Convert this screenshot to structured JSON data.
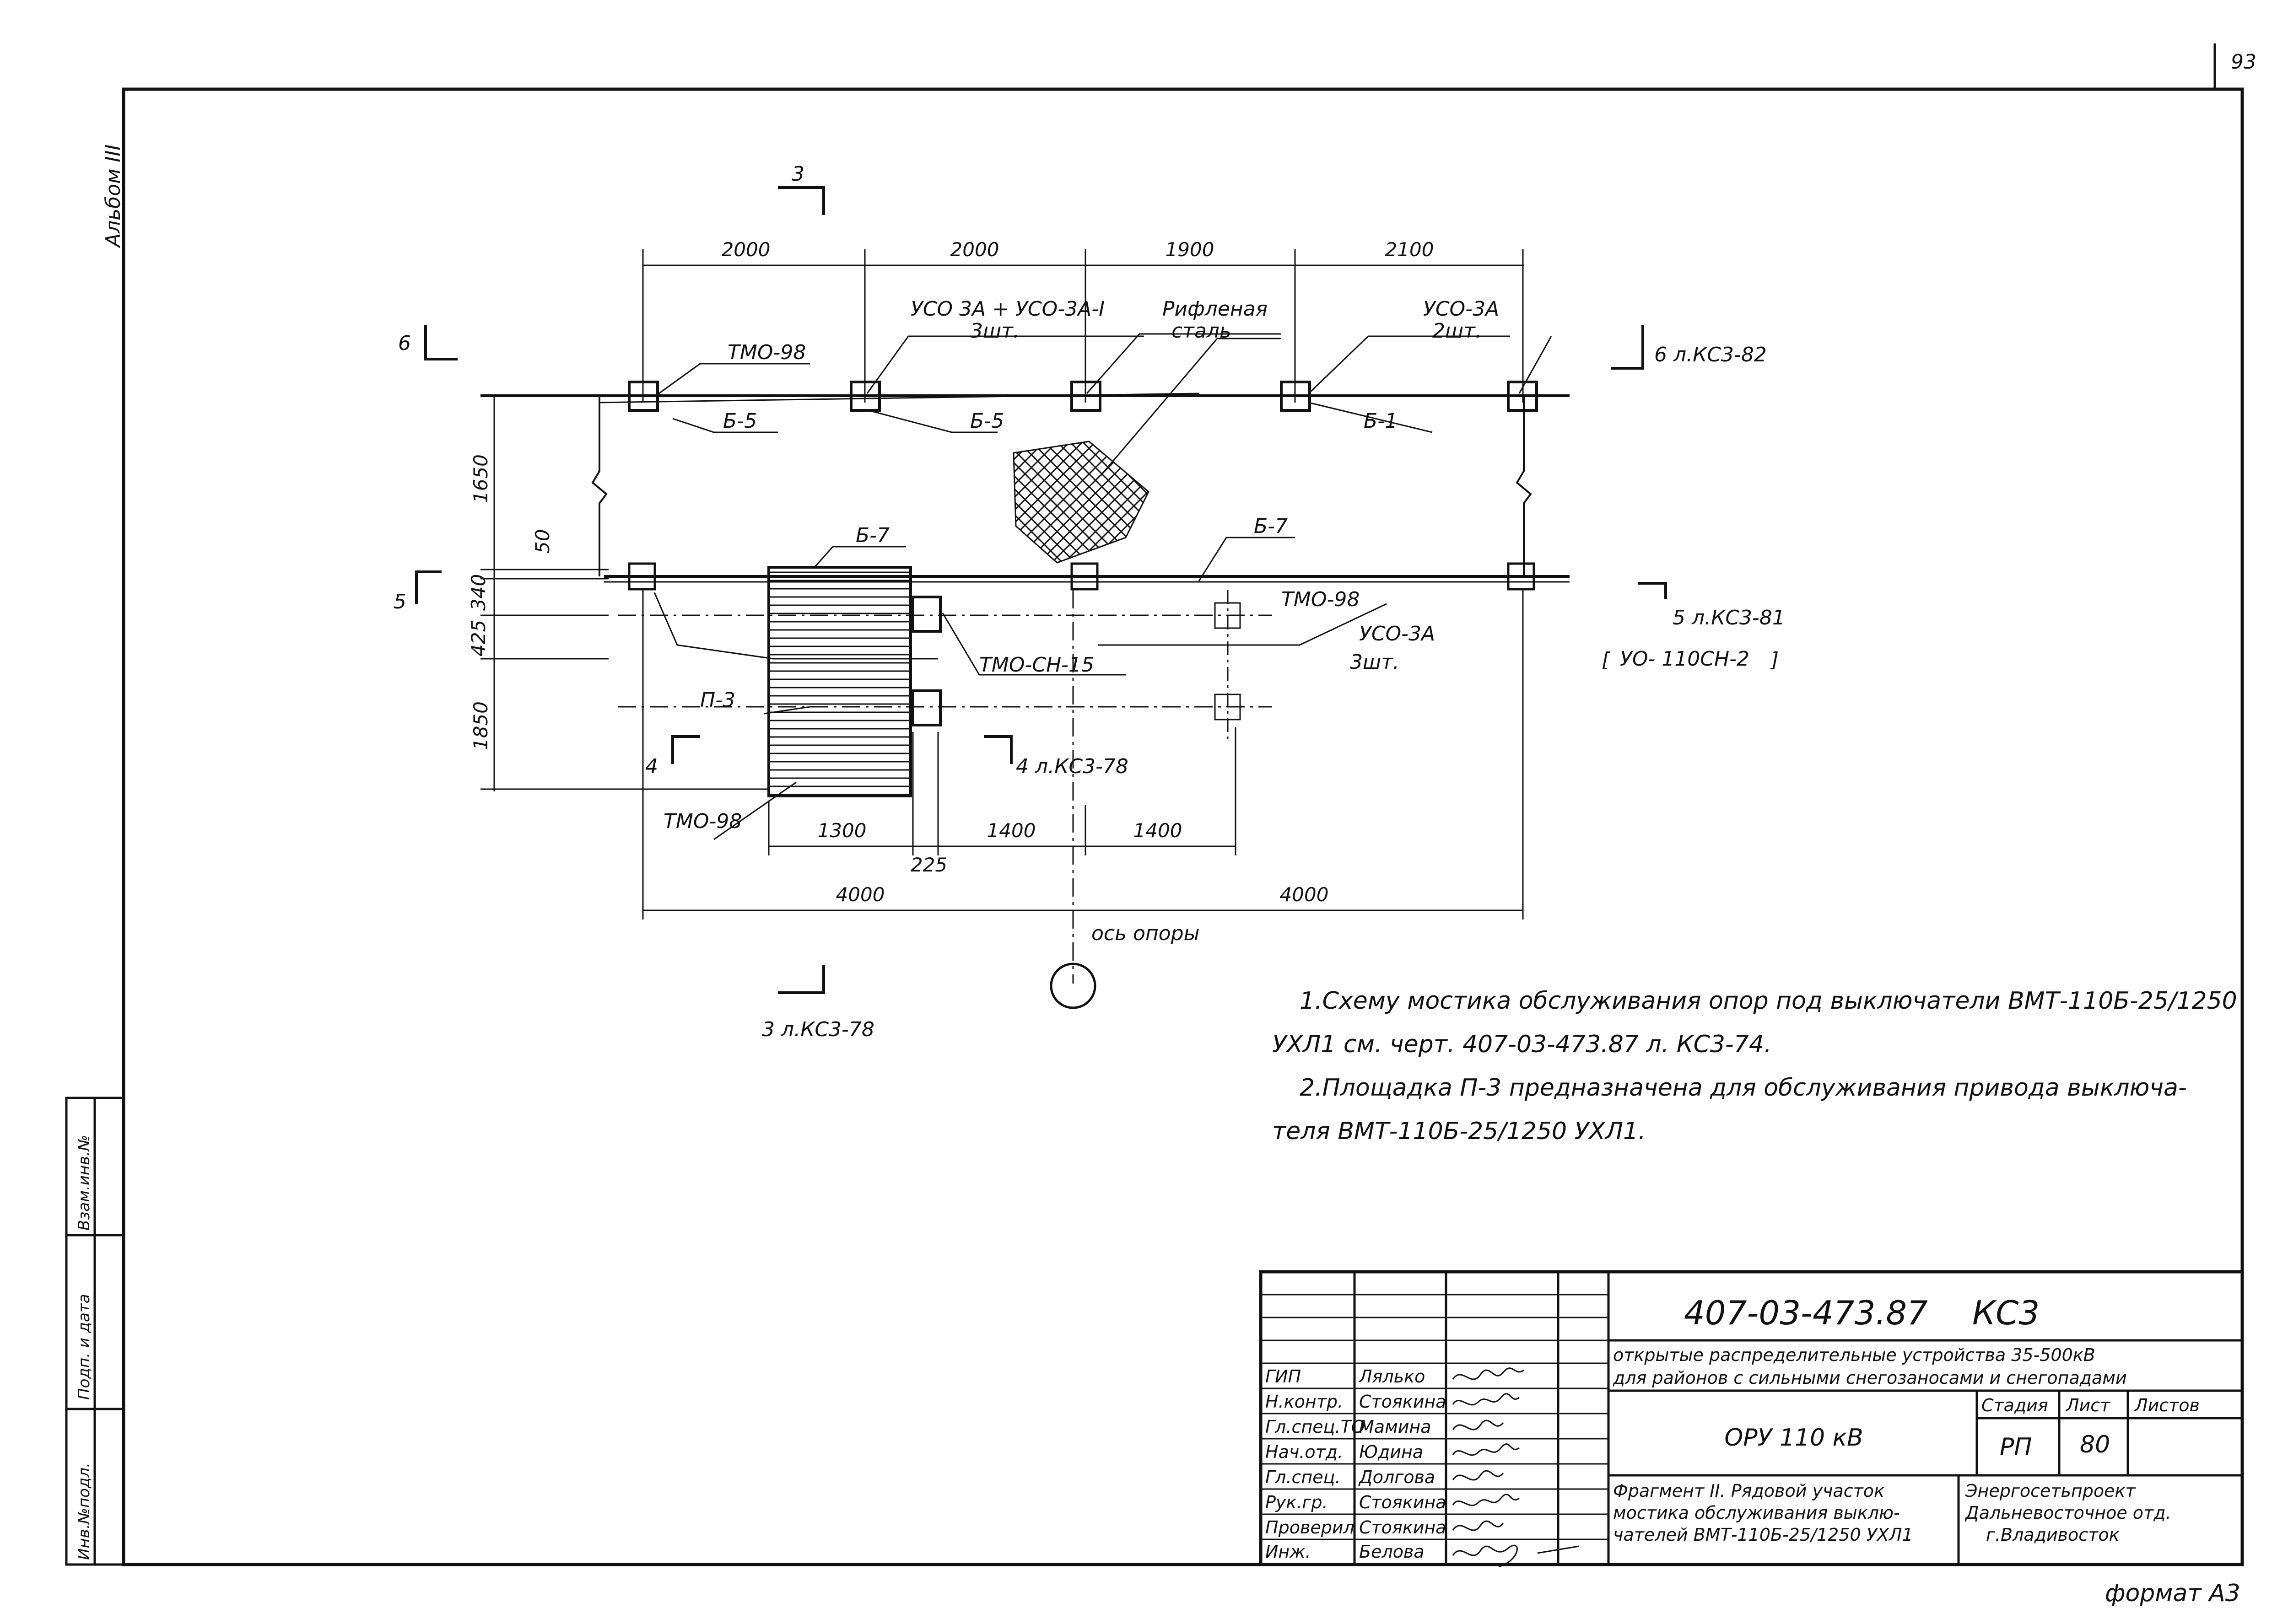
{
  "sheet": {
    "page_number": "93",
    "album": "Альбом III",
    "format": "формат А3"
  },
  "drawing": {
    "dims_top": [
      "2000",
      "2000",
      "1900",
      "2100"
    ],
    "dims_bottom_inner": [
      "1300",
      "1400",
      "1400"
    ],
    "dim_225": "225",
    "dims_bottom_outer": [
      "4000",
      "4000"
    ],
    "dims_left": [
      "1650",
      "50",
      "340",
      "425",
      "1850"
    ],
    "labels": {
      "tmo98_top": "ТМО-98",
      "uso_combo": "УСО 3А + УСО-3А-I",
      "sht3_a": "3шт.",
      "rif_1": "Рифленая",
      "rif_2": "сталь",
      "uso3a_top": "УСО-3А",
      "sht2": "2шт.",
      "b5_a": "Б-5",
      "b5_b": "Б-5",
      "b1": "Б-1",
      "b7_a": "Б-7",
      "b7_b": "Б-7",
      "tmo98_mid": "ТМО-98",
      "uso3a_mid": "УСО-3А",
      "sht3_b": "3шт.",
      "uo110": "УО- 110СН-2",
      "tmo_sn": "ТМО-СН-15",
      "p3": "П-3",
      "tmo98_bot": "ТМО-98",
      "axis": "ось опоры"
    },
    "sections": {
      "s3_top": "3",
      "s3_bottom": "3 л.КС3-78",
      "s6_left": "6",
      "s6_right": "6 л.КС3-82",
      "s5_left": "5",
      "s5_right": "5 л.КС3-81",
      "s4_left": "4",
      "s4_right": "4 л.КС3-78"
    }
  },
  "notes": [
    "1.Схему мостика обслуживания опор под выключатели ВМТ-110Б-25/1250",
    "УХЛ1 см. черт. 407-03-473.87 л. КС3-74.",
    "2.Площадка П-3 предназначена для обслуживания привода выключа-",
    "теля ВМТ-110Б-25/1250 УХЛ1."
  ],
  "side_stamp": [
    "Инв.№подл.",
    "Подп. и дата",
    "Взам.инв.№"
  ],
  "title_block": {
    "doc_code": "407-03-473.87",
    "doc_mark": "КС3",
    "project_1": "открытые распределительные устройства 35-500кВ",
    "project_2": "для районов с сильными снегозаносами и снегопадами",
    "object": "ОРУ 110 кВ",
    "stage_header": "Стадия",
    "sheet_header": "Лист",
    "sheets_header": "Листов",
    "stage": "РП",
    "sheet_no": "80",
    "desc_1": "Фрагмент II. Рядовой участок",
    "desc_2": "мостика обслуживания выклю-",
    "desc_3": "чателей ВМТ-110Б-25/1250 УХЛ1",
    "org_1": "Энергосетьпроект",
    "org_2": "Дальневосточное отд.",
    "org_3": "г.Владивосток",
    "people": [
      {
        "role": "ГИП",
        "name": "Лялько"
      },
      {
        "role": "Н.контр.",
        "name": "Стоякина"
      },
      {
        "role": "Гл.спец.ТО",
        "name": "Мамина"
      },
      {
        "role": "Нач.отд.",
        "name": "Юдина"
      },
      {
        "role": "Гл.спец.",
        "name": "Долгова"
      },
      {
        "role": "Рук.гр.",
        "name": "Стоякина"
      },
      {
        "role": "Проверил",
        "name": "Стоякина"
      },
      {
        "role": "Инж.",
        "name": "Белова"
      }
    ]
  }
}
